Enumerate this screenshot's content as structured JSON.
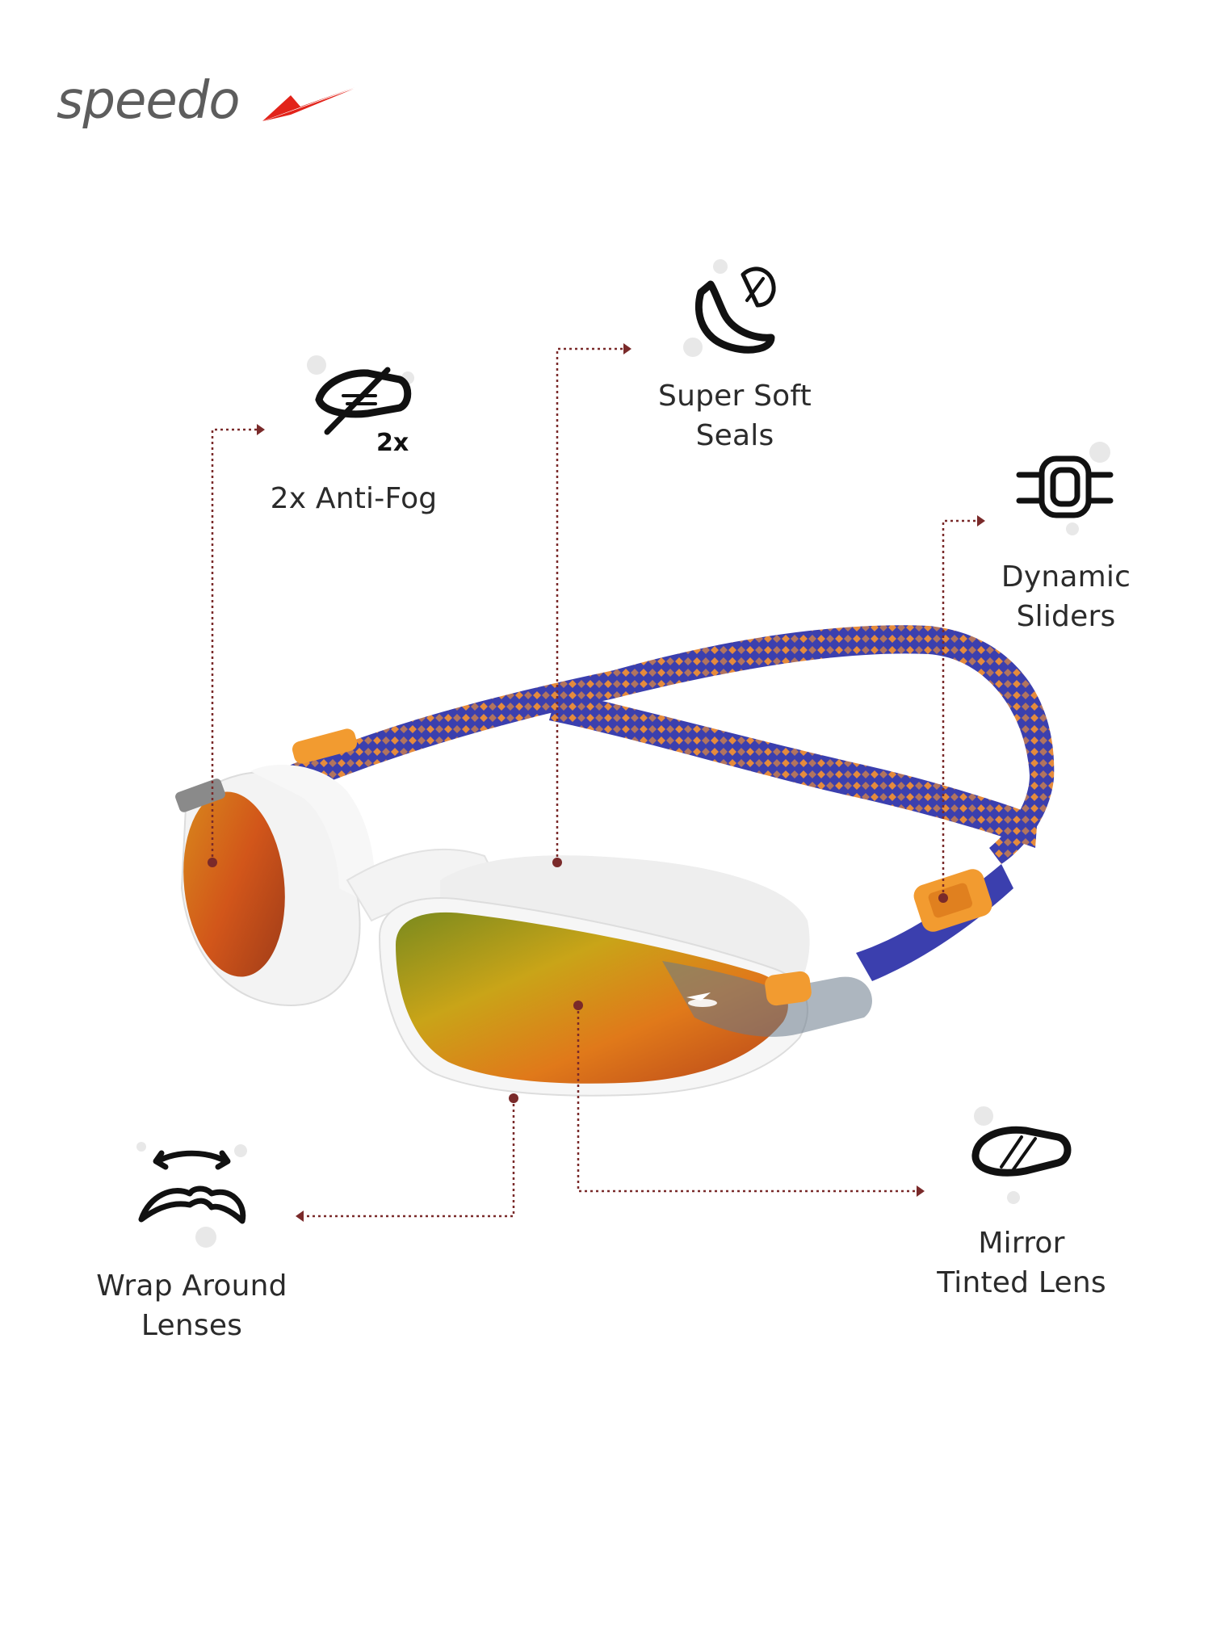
{
  "brand": {
    "name": "speedo",
    "colors": {
      "wordmark": "#5d5d5d",
      "boomerang": "#e2231a"
    }
  },
  "features": [
    {
      "id": "anti-fog",
      "label": "2x Anti-Fog",
      "icon": "anti-fog-icon",
      "icon_text": "2x"
    },
    {
      "id": "soft-seals",
      "label": "Super Soft\nSeals",
      "icon": "feather-seal-icon"
    },
    {
      "id": "sliders",
      "label": "Dynamic\nSliders",
      "icon": "slider-icon"
    },
    {
      "id": "wrap",
      "label": "Wrap Around\nLenses",
      "icon": "wrap-lens-icon"
    },
    {
      "id": "mirror",
      "label": "Mirror\nTinted Lens",
      "icon": "mirror-lens-icon"
    }
  ],
  "colors": {
    "strap": "#3b3fae",
    "strap_pattern": "#e58b3c",
    "frame": "#f3f3f3",
    "clip": "#f29b30",
    "leader_line": "#7a2a2a",
    "text": "#2b2b2b"
  }
}
